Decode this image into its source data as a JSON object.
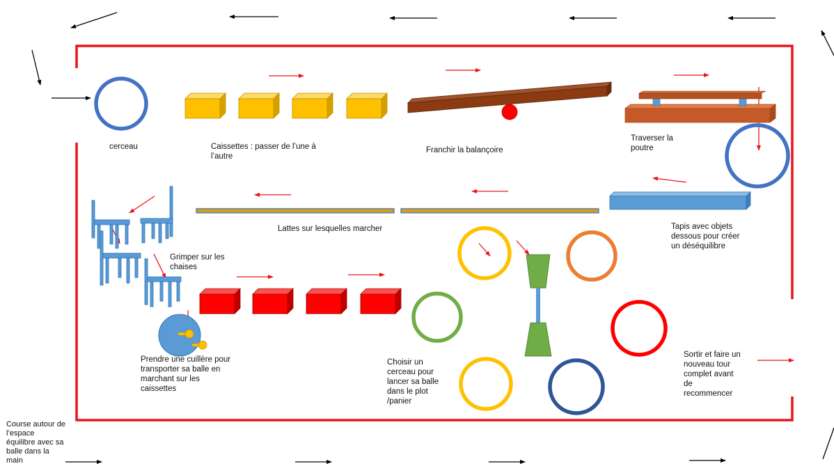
{
  "labels": {
    "hoop": "cerceau",
    "boxes": "Caissettes : passer de l’une à\nl’autre",
    "seesaw": "Franchir la balançoire",
    "beam": "Traverser la\npoutre",
    "mat": "Tapis avec objets\ndessous pour créer\nun déséquilibre",
    "slats": "Lattes sur lesquelles marcher",
    "chairs": "Grimper sur les\nchaises",
    "spoon": "Prendre une cuillère pour\ntransporter  sa balle en\nmarchant sur les\ncaissettes",
    "target": "Choisir un\ncerceau pour\nlancer sa balle\ndans le plot\n/panier",
    "exit": "Sortir et faire un\nnouveau tour\ncomplet avant\nde\nrecommencer",
    "run": "Course  autour de\nl’espace\néquilibre  avec sa\nballe dans la\nmain"
  },
  "colors": {
    "border": "#e8141b",
    "hoop_blue": "#4472c4",
    "box_yellow": "#ffc000",
    "seesaw_brown": "#8b3a12",
    "ball_red": "#ff0000",
    "mat_blue": "#5b9bd5",
    "box_red": "#ff0000",
    "ring_yellow": "#ffc000",
    "ring_green": "#70ad47",
    "ring_orange": "#ed7d31",
    "ring_red": "#ff0000",
    "ring_navy": "#2f5597",
    "arrow_red": "#e8141b",
    "arrow_black": "#000000"
  }
}
